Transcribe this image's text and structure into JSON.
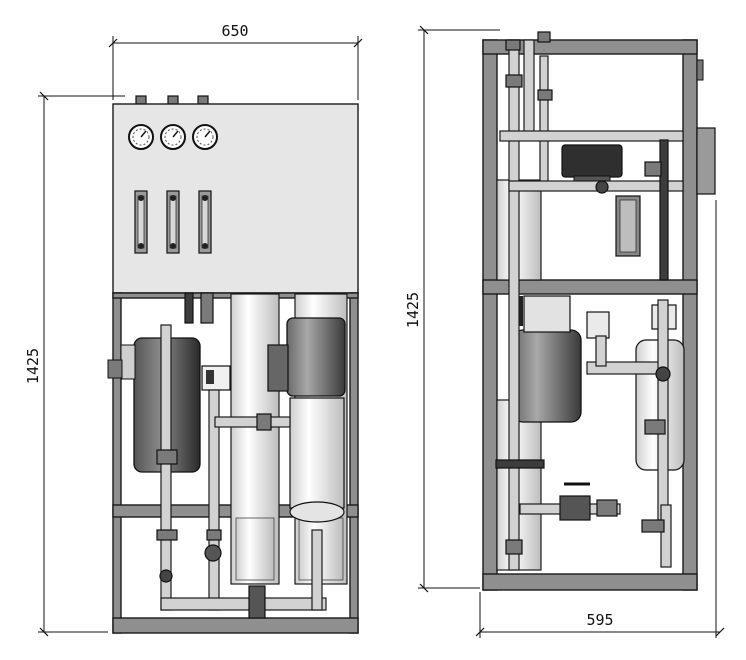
{
  "dimensions": {
    "front_width": "650",
    "front_height": "1425",
    "side_height": "1425",
    "side_depth": "595"
  },
  "colors": {
    "frame": "#8f8f8f",
    "panel": "#e6e6e6",
    "tank_dark": "#3c3c3c",
    "membrane": "#f2f2f2"
  }
}
